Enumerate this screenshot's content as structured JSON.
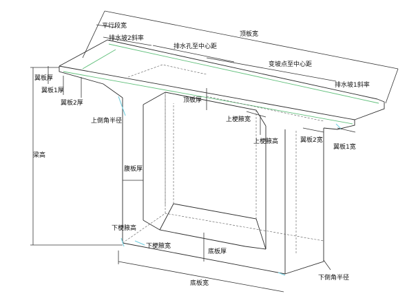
{
  "labels": {
    "deck_width": "顶板宽",
    "parallel_segment_width": "平行段宽",
    "drain_slope_2": "排水坡2斜率",
    "drain_hole_to_center": "排水孔至中心距",
    "slope_change_to_center": "变坡点至中心距",
    "drain_slope_1": "排水坡1斜率",
    "flange_thickness": "翼板厚",
    "flange_1_thickness": "翼板1厚",
    "flange_2_thickness": "翼板2厚",
    "top_slab_thickness": "顶板厚",
    "upper_chamfer_radius": "上倒角半径",
    "upper_haunch_width": "上梗腋宽",
    "upper_haunch_height": "上梗腋高",
    "flange_2_width": "翼板2宽",
    "flange_1_width": "翼板1宽",
    "girder_height": "梁高",
    "web_thickness": "腹板厚",
    "lower_haunch_height": "下梗腋高",
    "lower_haunch_width": "下梗腋宽",
    "bottom_slab_thickness": "底板厚",
    "lower_chamfer_radius": "下倒角半径",
    "bottom_width": "底板宽"
  },
  "colors": {
    "edge": "#2a2a2a",
    "green_line": "#5fbf7a",
    "cyan_line": "#6fcfe0"
  }
}
